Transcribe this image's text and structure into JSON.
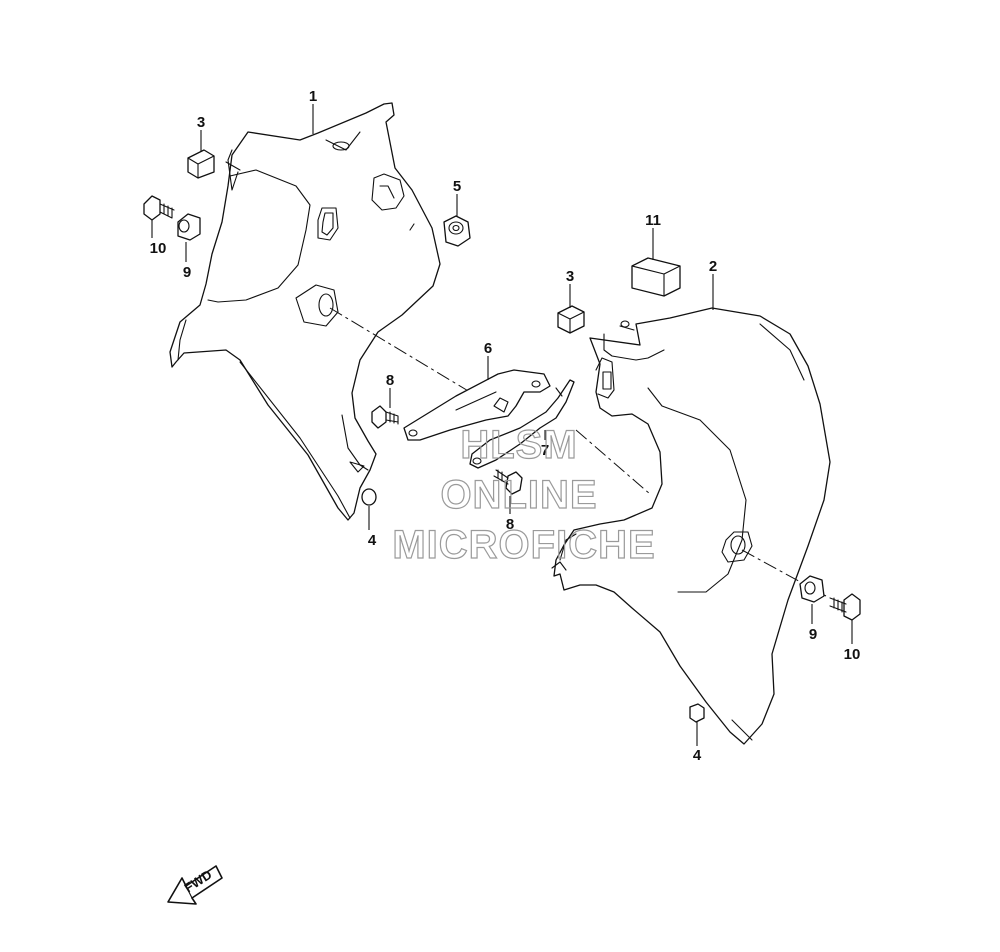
{
  "callouts": [
    {
      "id": "c1",
      "label": "1"
    },
    {
      "id": "c2",
      "label": "2"
    },
    {
      "id": "c3a",
      "label": "3"
    },
    {
      "id": "c3b",
      "label": "3"
    },
    {
      "id": "c4a",
      "label": "4"
    },
    {
      "id": "c4b",
      "label": "4"
    },
    {
      "id": "c5",
      "label": "5"
    },
    {
      "id": "c6",
      "label": "6"
    },
    {
      "id": "c7",
      "label": "7"
    },
    {
      "id": "c8a",
      "label": "8"
    },
    {
      "id": "c8b",
      "label": "8"
    },
    {
      "id": "c9a",
      "label": "9"
    },
    {
      "id": "c9b",
      "label": "9"
    },
    {
      "id": "c10a",
      "label": "10"
    },
    {
      "id": "c10b",
      "label": "10"
    },
    {
      "id": "c11",
      "label": "11"
    }
  ],
  "watermark": {
    "line1": "HLSM",
    "line2": "ONLINE",
    "line3": "MICROFICHE"
  },
  "direction_badge": {
    "label": "FWD",
    "icon": "forward-arrow-icon"
  },
  "colors": {
    "line": "#111111",
    "watermark": "#9a9a9a",
    "background": "#ffffff"
  }
}
